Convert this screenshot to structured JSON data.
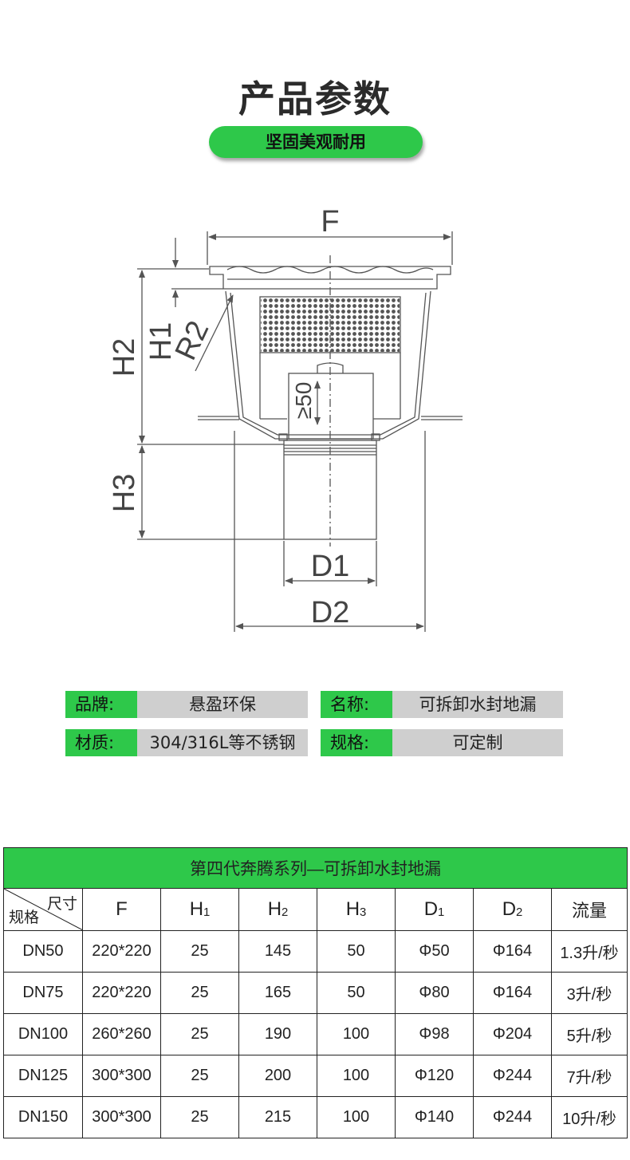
{
  "header": {
    "title": "产品参数",
    "subtitle": "坚固美观耐用"
  },
  "drawing": {
    "labels": {
      "F": "F",
      "H1": "H1",
      "H2": "H2",
      "H3": "H3",
      "R2": "R2",
      "D1": "D1",
      "D2": "D2",
      "min50": "≥50"
    }
  },
  "specs": {
    "brand_label": "品牌:",
    "brand_value": "悬盈环保",
    "name_label": "名称:",
    "name_value": "可拆卸水封地漏",
    "material_label": "材质:",
    "material_value": "304/316L等不锈钢",
    "spec_label": "规格:",
    "spec_value": "可定制"
  },
  "table": {
    "caption": "第四代奔腾系列—可拆卸水封地漏",
    "corner_top": "尺寸",
    "corner_bottom": "规格",
    "columns": [
      {
        "main": "F",
        "sub": ""
      },
      {
        "main": "H",
        "sub": "1"
      },
      {
        "main": "H",
        "sub": "2"
      },
      {
        "main": "H",
        "sub": "3"
      },
      {
        "main": "D",
        "sub": "1"
      },
      {
        "main": "D",
        "sub": "2"
      },
      {
        "main": "流量",
        "sub": ""
      }
    ],
    "rows": [
      [
        "DN50",
        "220*220",
        "25",
        "145",
        "50",
        "Φ50",
        "Φ164",
        "1.3升/秒"
      ],
      [
        "DN75",
        "220*220",
        "25",
        "165",
        "50",
        "Φ80",
        "Φ164",
        "3升/秒"
      ],
      [
        "DN100",
        "260*260",
        "25",
        "190",
        "100",
        "Φ98",
        "Φ204",
        "5升/秒"
      ],
      [
        "DN125",
        "300*300",
        "25",
        "200",
        "100",
        "Φ120",
        "Φ244",
        "7升/秒"
      ],
      [
        "DN150",
        "300*300",
        "25",
        "215",
        "100",
        "Φ140",
        "Φ244",
        "10升/秒"
      ]
    ]
  },
  "colors": {
    "accent": "#2ec84a",
    "value_bg": "#cfcfcf"
  }
}
